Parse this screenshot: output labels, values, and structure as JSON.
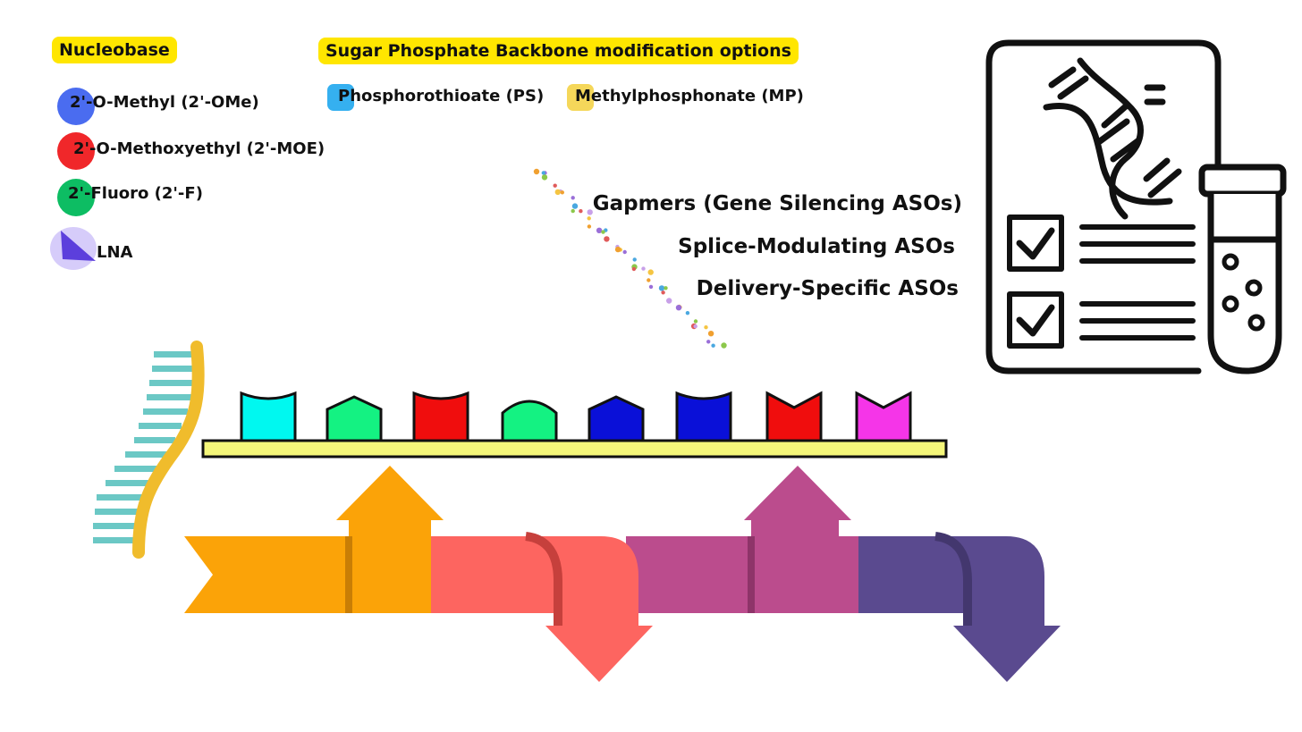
{
  "nucleobase": {
    "title": "Nucleobase",
    "items": [
      {
        "label": "2'-O-Methyl (2'-OMe)",
        "color": "#4a6cf0"
      },
      {
        "label": "2'-O-Methoxyethyl (2'-MOE)",
        "color": "#f0272a"
      },
      {
        "label": "2'-Fluoro (2'-F)",
        "color": "#0dbd63"
      },
      {
        "label": "LNA",
        "color": "#6a4de0"
      }
    ]
  },
  "backbone": {
    "title": "Sugar Phosphate Backbone modification options",
    "items": [
      {
        "label": "Phosphorothioate (PS)",
        "color": "#35b0f0"
      },
      {
        "label": "Methylphosphonate (MP)",
        "color": "#f5d75a"
      }
    ]
  },
  "aso_types": [
    "Gapmers (Gene Silencing ASOs)",
    "Splice-Modulating ASOs",
    "Delivery-Specific ASOs"
  ],
  "bases": [
    {
      "shape": "cup",
      "color": "#00f8f0"
    },
    {
      "shape": "house",
      "color": "#14f282"
    },
    {
      "shape": "cup",
      "color": "#f00d0d"
    },
    {
      "shape": "dome",
      "color": "#14f282"
    },
    {
      "shape": "house",
      "color": "#0a10d8"
    },
    {
      "shape": "cup",
      "color": "#0a10d8"
    },
    {
      "shape": "notch",
      "color": "#f00d0d"
    },
    {
      "shape": "notch",
      "color": "#f535e8"
    }
  ],
  "colors": {
    "rail": "#f5f77a",
    "helix_strand": "#f0bc2c",
    "helix_rungs": "#6bc8c5",
    "flow_orange": "#fba308",
    "flow_coral": "#fd6560",
    "flow_magenta": "#bb4c8d",
    "flow_purple": "#5a4a8f"
  },
  "icons": [
    "dna-icon",
    "checklist-icon",
    "test-tube-icon",
    "molecule-strand-icon"
  ]
}
